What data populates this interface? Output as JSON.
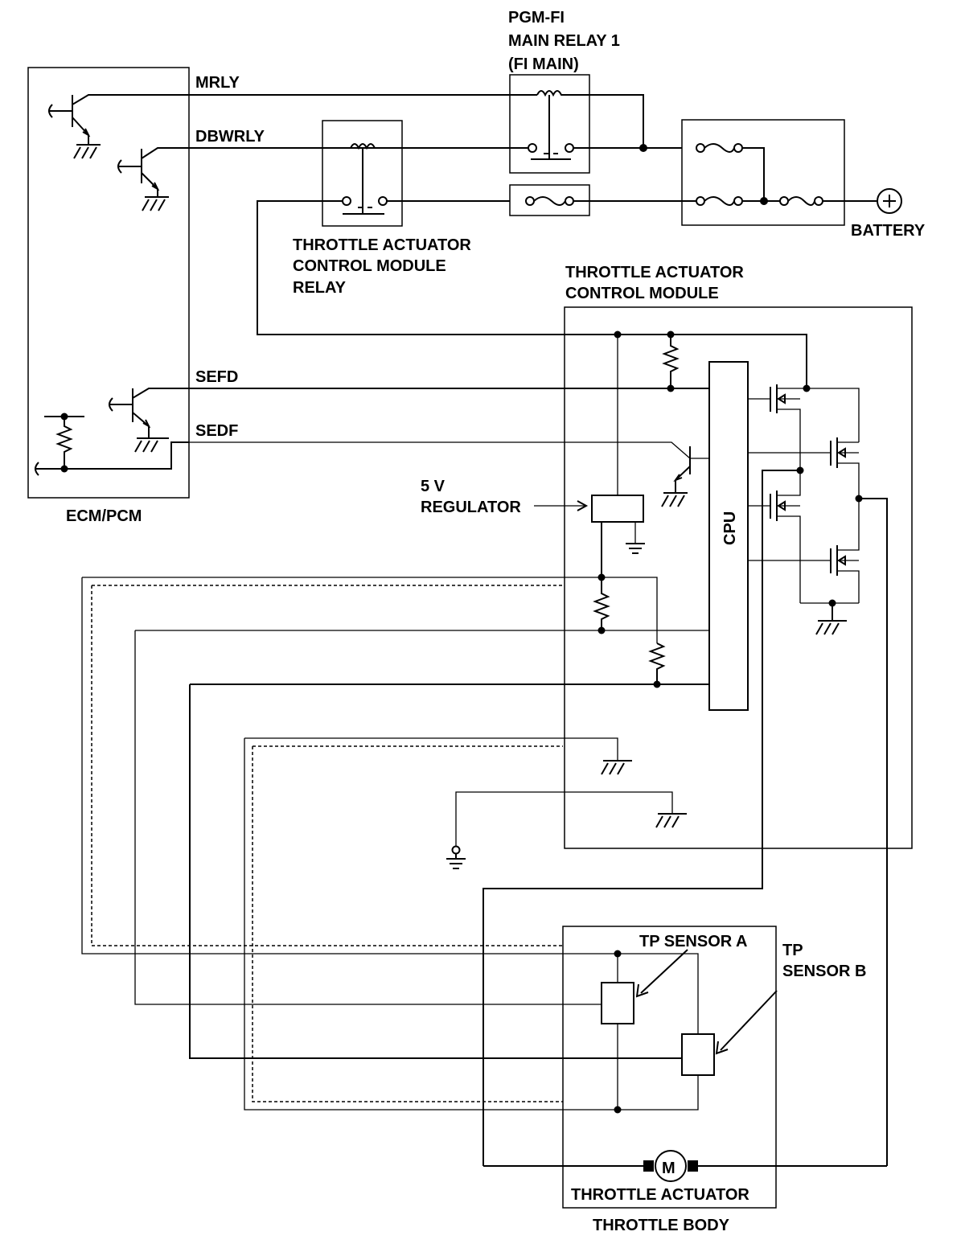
{
  "labels": {
    "pgm_fi": "PGM-FI",
    "main_relay": "MAIN RELAY 1",
    "fi_main": "(FI MAIN)",
    "mrly": "MRLY",
    "dbwrly": "DBWRLY",
    "tacm_relay_1": "THROTTLE ACTUATOR",
    "tacm_relay_2": "CONTROL MODULE",
    "tacm_relay_3": "RELAY",
    "battery": "BATTERY",
    "tacm_1": "THROTTLE ACTUATOR",
    "tacm_2": "CONTROL MODULE",
    "sefd": "SEFD",
    "sedf": "SEDF",
    "ecm_pcm": "ECM/PCM",
    "regulator_1": "5 V",
    "regulator_2": "REGULATOR",
    "cpu": "CPU",
    "tp_sensor_a": "TP SENSOR A",
    "tp_sensor_b_1": "TP",
    "tp_sensor_b_2": "SENSOR B",
    "motor": "M",
    "throttle_actuator": "THROTTLE ACTUATOR",
    "throttle_body": "THROTTLE BODY"
  }
}
